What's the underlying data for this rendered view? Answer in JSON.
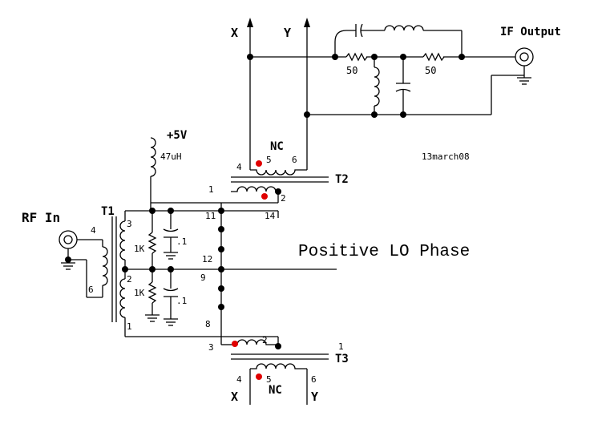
{
  "labels": {
    "x_top": "X",
    "y_top": "Y",
    "if_output": "IF Output",
    "r1": "50",
    "r2": "50",
    "nc_top": "NC",
    "date": "13march08",
    "vplus": "+5V",
    "inductor": "47uH",
    "t2": "T2",
    "rf_in": "RF In",
    "t1": "T1",
    "title": "Positive LO Phase",
    "res_top": "1K",
    "res_bot": "1K",
    "cap_top": ".1",
    "cap_bot": ".1",
    "t3": "T3",
    "nc_bot": "NC",
    "x_bot": "X",
    "y_bot": "Y"
  },
  "pins": {
    "t2_4": "4",
    "t2_5": "5",
    "t2_6": "6",
    "t2_1": "1",
    "t2_2": "2",
    "pin_11": "11",
    "pin_14": "14",
    "pin_12": "12",
    "pin_9": "9",
    "pin_8": "8",
    "t1_3": "3",
    "t1_2": "2",
    "t1_1": "1",
    "rf_4": "4",
    "rf_6": "6",
    "t3_3": "3",
    "t3_2": "2",
    "t3_1": "1",
    "t3_4": "4",
    "t3_5": "5",
    "t3_6": "6"
  }
}
